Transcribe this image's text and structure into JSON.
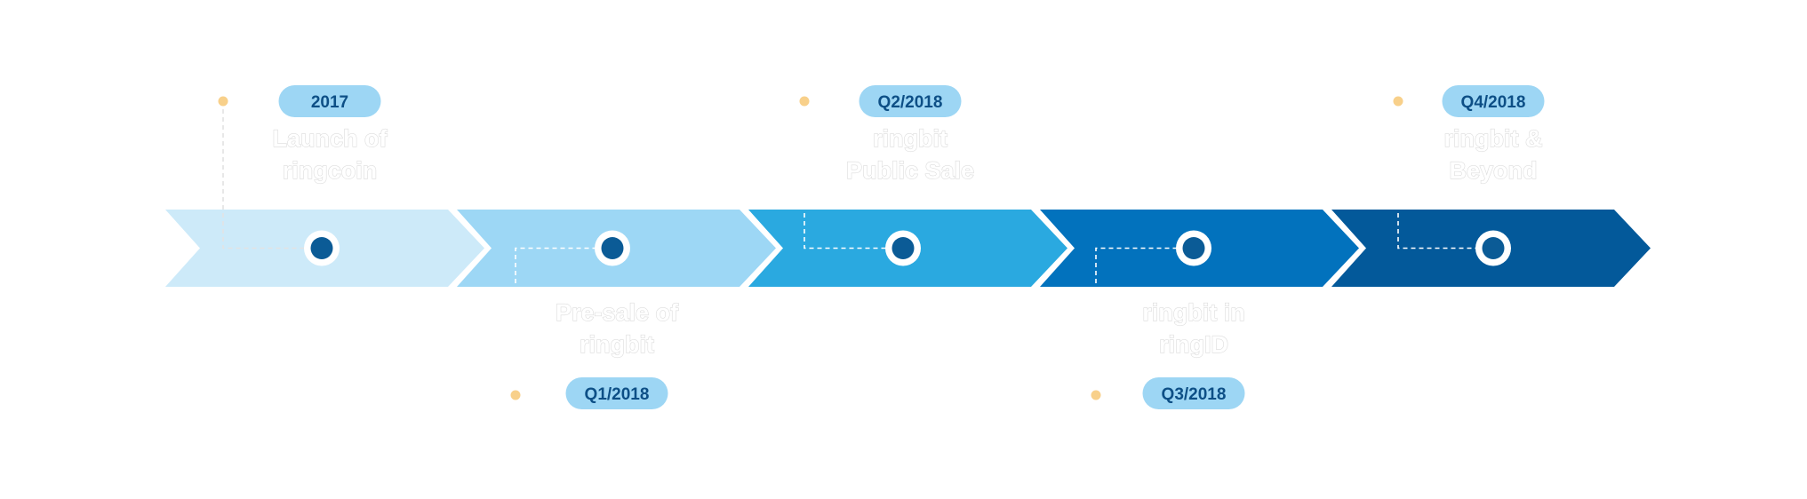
{
  "colors": {
    "background": "#ffffff",
    "pill_fill": "#9dd6f4",
    "pill_text": "#0d4f86",
    "connector_dot": "#f8d08a",
    "marker_center": "#0b5b96",
    "marker_ring": "#ffffff",
    "connector_line": "#ffffff"
  },
  "milestones": [
    {
      "date": "2017",
      "title_line1": "Launch of",
      "title_line2": "ringcoin",
      "position": "above",
      "segment_color": "#cdeaf9"
    },
    {
      "date": "Q1/2018",
      "title_line1": "Pre-sale of",
      "title_line2": "ringbit",
      "position": "below",
      "segment_color": "#9dd7f5"
    },
    {
      "date": "Q2/2018",
      "title_line1": "ringbit",
      "title_line2": "Public Sale",
      "position": "above",
      "segment_color": "#2aa9e0"
    },
    {
      "date": "Q3/2018",
      "title_line1": "ringbit in",
      "title_line2": "ringID",
      "position": "below",
      "segment_color": "#0272bd"
    },
    {
      "date": "Q4/2018",
      "title_line1": "ringbit &",
      "title_line2": "Beyond",
      "position": "above",
      "segment_color": "#03599a"
    }
  ]
}
